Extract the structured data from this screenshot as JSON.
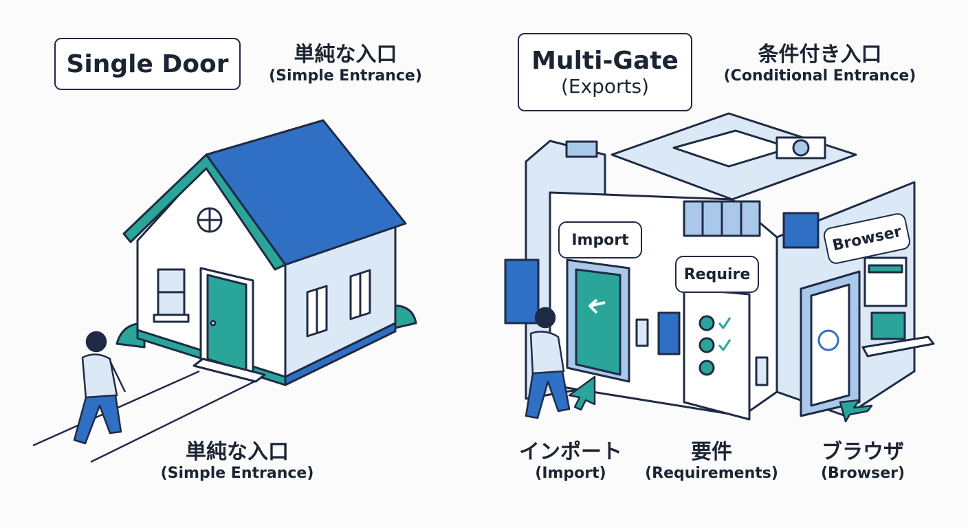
{
  "left": {
    "title": "Single Door",
    "top_caption": {
      "jp": "単純な入口",
      "en": "(Simple Entrance)"
    },
    "bottom_caption": {
      "jp": "単純な入口",
      "en": "(Simple Entrance)"
    }
  },
  "right": {
    "title": "Multi-Gate",
    "subtitle": "(Exports)",
    "top_caption": {
      "jp": "条件付き入口",
      "en": "(Conditional Entrance)"
    },
    "signs": {
      "import": "Import",
      "require": "Require",
      "browser": "Browser"
    },
    "gates": [
      {
        "jp": "インポート",
        "en": "(Import)"
      },
      {
        "jp": "要件",
        "en": "(Requirements)"
      },
      {
        "jp": "ブラウザ",
        "en": "(Browser)"
      }
    ]
  },
  "colors": {
    "outline": "#1f2a44",
    "roof_blue": "#2f6fc4",
    "teal": "#2aa59a",
    "wall": "#ffffff",
    "light_blue": "#dbe9f6",
    "mid_blue": "#aac9ea"
  }
}
